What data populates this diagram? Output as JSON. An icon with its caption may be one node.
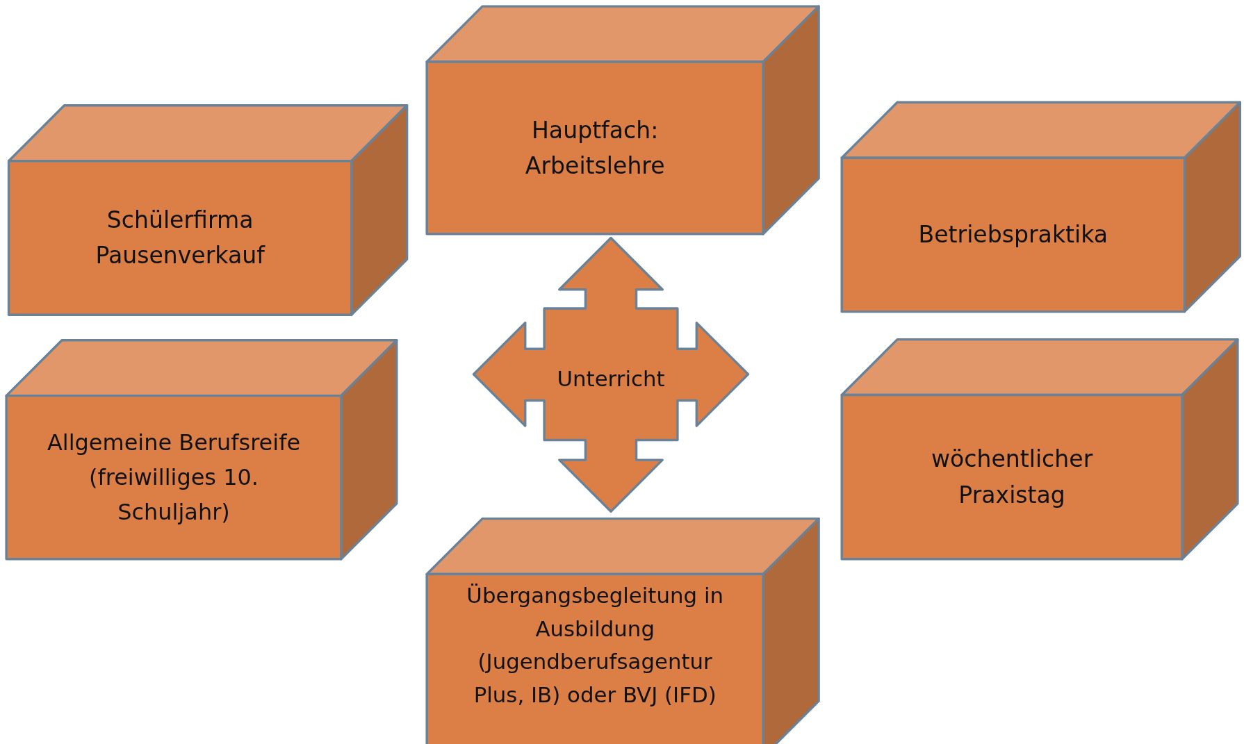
{
  "diagram": {
    "nodes": [
      {
        "text": [
          "Hauptfach: Arbeitslehre"
        ]
      },
      {
        "text": [
          "Schülerfirma Pausenverkauf"
        ]
      },
      {
        "text": [
          "Betriebspraktika"
        ]
      },
      {
        "text": [
          "Unterricht"
        ]
      },
      {
        "text": [
          "Allgemeine Berufsreife (freiwilliges 10. Schuljahr)"
        ]
      },
      {
        "text": [
          "wöchentlicher Praxistag"
        ]
      },
      {
        "text": [
          "Übergangsbegleitung in Ausbildung (Jugendberufsagentur Plus, IB) oder BVJ (IFD)"
        ]
      }
    ]
  }
}
